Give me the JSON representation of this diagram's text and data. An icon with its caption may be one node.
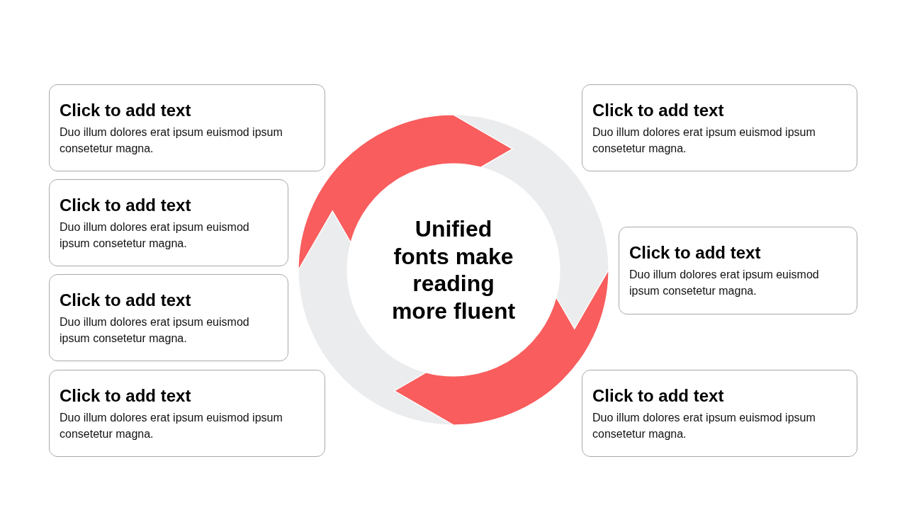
{
  "diagram": {
    "nodes": [
      {
        "text": [
          "Click to add text",
          "Duo illum dolores erat ipsum euismod ipsum consetetur magna."
        ]
      },
      {
        "text": [
          "Click to add text",
          "Duo illum dolores erat ipsum euismod ipsum consetetur magna."
        ]
      },
      {
        "text": [
          "Click to add text",
          "Duo illum dolores erat ipsum euismod ipsum consetetur magna."
        ]
      },
      {
        "text": [
          "Click to add text",
          "Duo illum dolores erat ipsum euismod ipsum consetetur magna."
        ]
      },
      {
        "text": [
          "Unified fonts make reading more fluent"
        ]
      },
      {
        "text": [
          "Click to add text",
          "Duo illum dolores erat ipsum euismod ipsum consetetur magna."
        ]
      },
      {
        "text": [
          "Click to add text",
          "Duo illum dolores erat ipsum euismod ipsum consetetur magna."
        ]
      },
      {
        "text": [
          "Click to add text",
          "Duo illum dolores erat ipsum euismod ipsum consetetur magna."
        ]
      }
    ]
  }
}
